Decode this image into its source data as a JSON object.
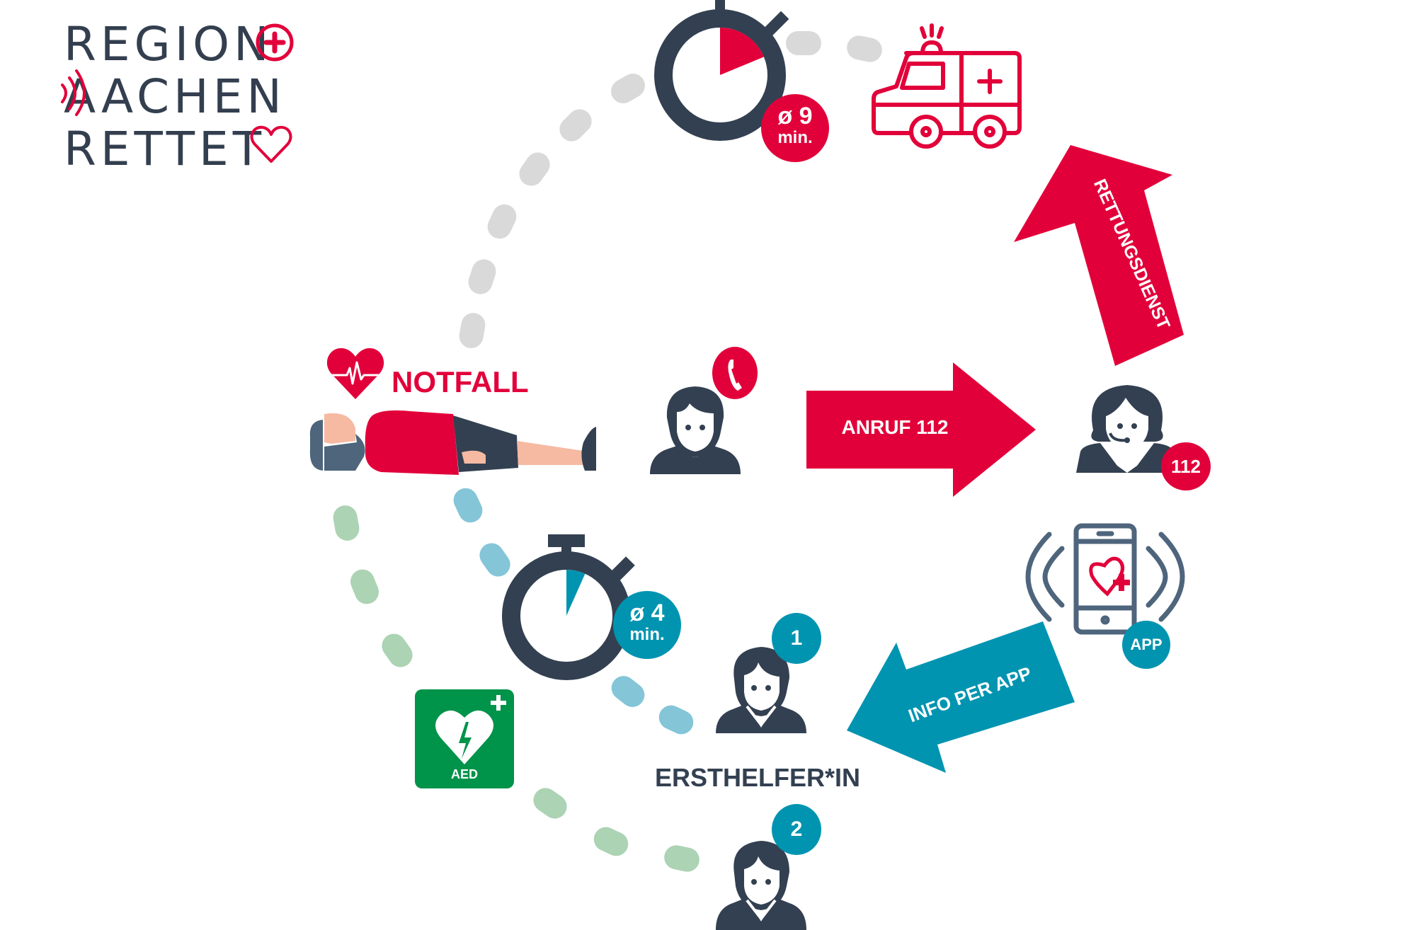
{
  "logo": {
    "lines": [
      "REGION",
      "AACHEN",
      "RETTET"
    ],
    "icons": [
      "plus-circle-icon",
      "signal-waves-icon",
      "heart-outline-icon"
    ]
  },
  "colors": {
    "red": "#e2003a",
    "navy": "#334051",
    "teal": "#0094b0",
    "green": "#00934a",
    "grey_dots": "#d9d9d9",
    "blue_dots": "#84c5d8",
    "green_dots": "#acd3b3",
    "skin": "#f6baa2",
    "hair": "#4e657c"
  },
  "emergency": {
    "label": "NOTFALL",
    "icon": "heart-pulse-icon"
  },
  "caller": {
    "icon": "person-icon",
    "badge_icon": "phone-icon"
  },
  "call_arrow": {
    "label": "ANRUF 112"
  },
  "dispatcher": {
    "icon": "dispatcher-headset-icon",
    "badge": "112"
  },
  "rescue_arrow": {
    "label": "RETTUNGSDIENST"
  },
  "ambulance": {
    "icon": "ambulance-icon"
  },
  "timer_ambulance": {
    "badge_line1": "ø 9",
    "badge_line2": "min.",
    "minutes": 9
  },
  "timer_helper": {
    "badge_line1": "ø 4",
    "badge_line2": "min.",
    "minutes": 4
  },
  "app": {
    "icon": "smartphone-vibrating-icon",
    "badge": "APP"
  },
  "info_arrow": {
    "label": "INFO PER APP"
  },
  "helpers": {
    "label": "ERSTHELFER*IN",
    "items": [
      {
        "badge": "1",
        "icon": "first-responder-icon"
      },
      {
        "badge": "2",
        "icon": "first-responder-icon"
      }
    ]
  },
  "aed": {
    "label": "AED",
    "icon": "aed-heart-bolt-icon"
  }
}
